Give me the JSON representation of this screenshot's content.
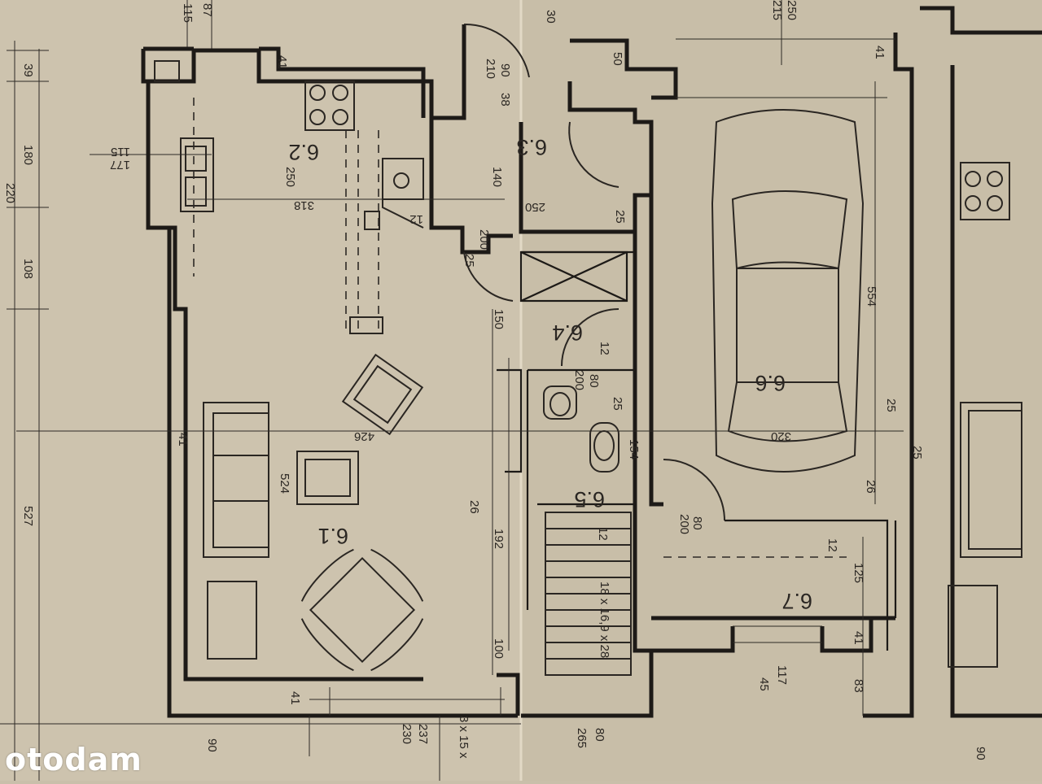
{
  "watermark": "otodam",
  "rooms": {
    "r61": "6.1",
    "r62": "6.2",
    "r63": "6.3",
    "r64": "6.4",
    "r65": "6.5",
    "r66": "6.6",
    "r67": "6.7"
  },
  "dims": {
    "d87": "87",
    "d115top": "115",
    "d39": "39",
    "d180": "180",
    "d108": "108",
    "d527": "527",
    "d41left": "41",
    "d41kitchen": "41",
    "d115k": "115",
    "d177": "177",
    "d318": "318",
    "d250k": "250",
    "d12k": "12",
    "d426": "426",
    "d524": "524",
    "d41bottom": "41",
    "d230": "230",
    "d237": "237",
    "d3x15": "3 x 15 x",
    "d90left": "90",
    "d30": "30",
    "d90": "90",
    "d210": "210",
    "d38": "38",
    "d50": "50",
    "d140": "140",
    "d250h": "250",
    "d200": "200",
    "d25door": "25",
    "d25b": "25",
    "d150": "150",
    "d26": "26",
    "d192": "192",
    "d100": "100",
    "d265": "265",
    "d80bottom": "80",
    "d12b": "12",
    "d80wc": "80",
    "d200wc": "200",
    "d25wc": "25",
    "d154": "154",
    "d12c": "12",
    "d18x": "18 x 16,9 x 28",
    "d250top": "250",
    "d215": "215",
    "d41right": "41",
    "d554": "554",
    "d320": "320",
    "d25r1": "25",
    "d25r2": "25",
    "d26r": "26",
    "d80g": "80",
    "d200g": "200",
    "d12g": "12",
    "d125": "125",
    "d41g": "41",
    "d117": "117",
    "d45": "45",
    "d83": "83",
    "d90right": "90",
    "d220": "220"
  }
}
